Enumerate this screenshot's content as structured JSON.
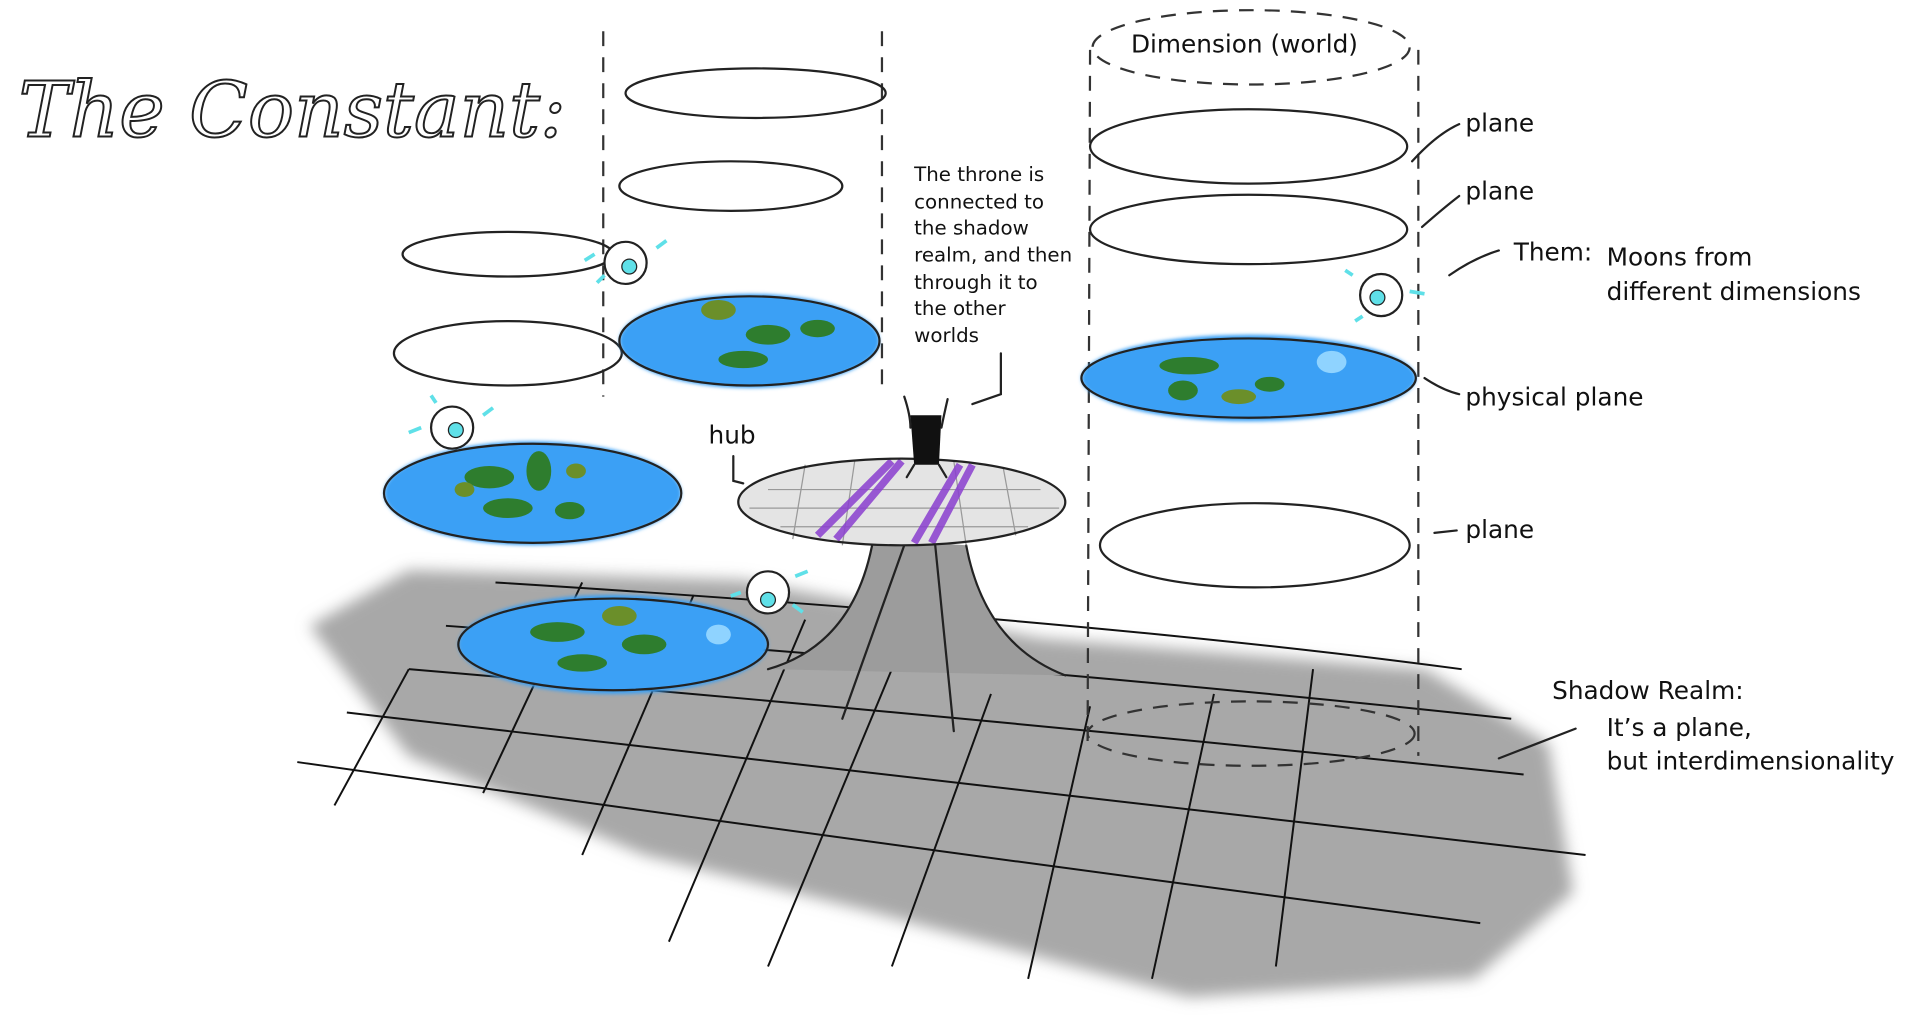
{
  "title": "The Constant:",
  "labels": {
    "dimension": "Dimension (world)",
    "plane_1": "plane",
    "plane_2": "plane",
    "plane_3": "plane",
    "physical_plane": "physical plane",
    "them": "Them:",
    "moons_line1": "Moons from",
    "moons_line2": "different dimensions",
    "hub": "hub",
    "throne_lines": [
      "The throne is",
      "connected to",
      "the shadow",
      "realm, and then",
      "through it to",
      "the other",
      "worlds"
    ],
    "shadow_realm": "Shadow Realm:",
    "shadow_line1": "It’s a plane,",
    "shadow_line2": "but interdimensionality"
  },
  "colors": {
    "water": "#3aa0f5",
    "land": "#2e7d2e",
    "shadow": "#a8a8a8",
    "portal": "#8a3fd0",
    "moon": "#5fe0e8"
  }
}
